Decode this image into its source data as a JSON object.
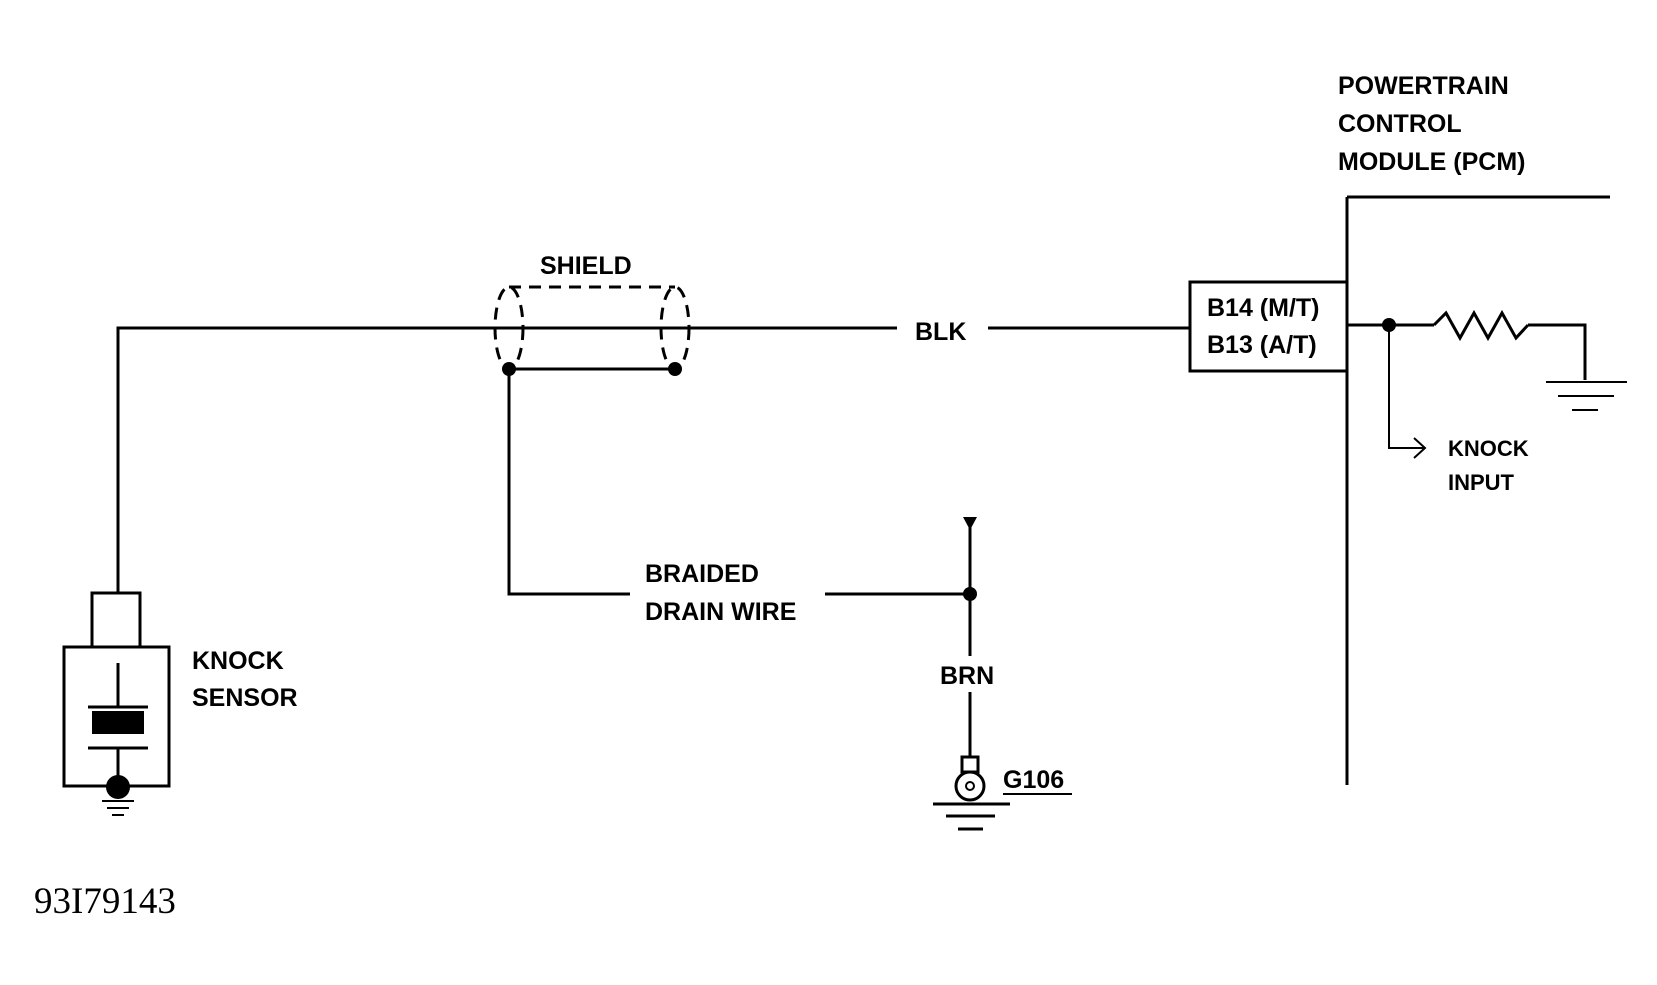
{
  "diagram": {
    "title": "",
    "labels": {
      "pcm_line1": "POWERTRAIN",
      "pcm_line2": "CONTROL",
      "pcm_line3": "MODULE (PCM)",
      "shield": "SHIELD",
      "blk": "BLK",
      "pin1": "B14 (M/T)",
      "pin2": "B13 (A/T)",
      "knock_input_1": "KNOCK",
      "knock_input_2": "INPUT",
      "braided_1": "BRAIDED",
      "braided_2": "DRAIN WIRE",
      "brn": "BRN",
      "ground": "G106",
      "sensor_1": "KNOCK",
      "sensor_2": "SENSOR"
    },
    "figure_number": "93I79143"
  },
  "colors": {
    "ink": "#000000",
    "paper": "#ffffff"
  }
}
